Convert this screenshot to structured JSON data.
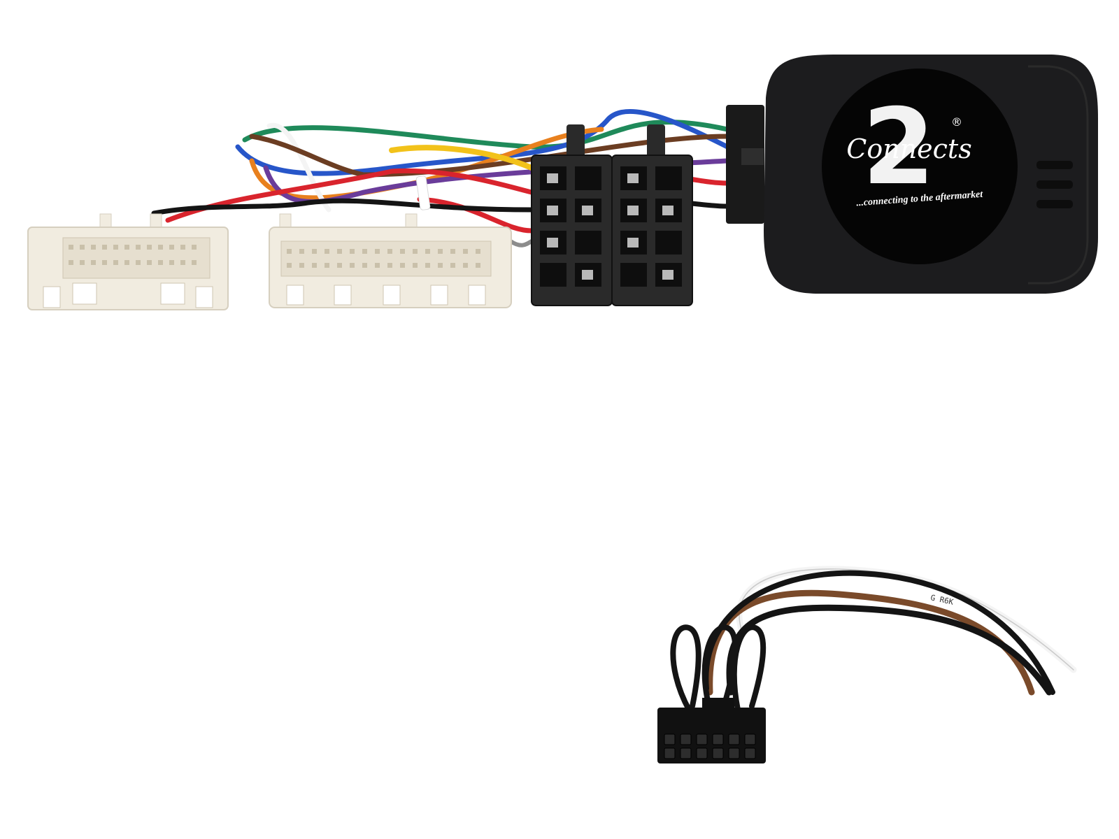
{
  "image": {
    "subject": "car steering wheel control interface harness with patch lead",
    "background_color": "#ffffff"
  },
  "interface_box": {
    "brand_text": "Connects",
    "brand_numeral": "2",
    "registered_mark": "®",
    "tagline": "...connecting to the aftermarket",
    "body_color": "#1c1c1e",
    "badge_color": "#050505"
  },
  "vehicle_connectors": {
    "color": "#f1ece0",
    "count": 2
  },
  "iso_connectors": {
    "color": "#2a2a2a",
    "count": 2
  },
  "wire_colors": {
    "green": "#1f8a5a",
    "blue": "#2756c9",
    "orange": "#e8801e",
    "yellow": "#f2c21a",
    "red": "#d9242d",
    "violet": "#6a3c9a",
    "brown": "#6b3d22",
    "white": "#f4f4f4",
    "black": "#141414",
    "grey": "#8c8c8c"
  },
  "patch_lead": {
    "wire_print": "G R6K",
    "connector_color": "#111111",
    "wires": [
      "white",
      "black",
      "brown"
    ]
  }
}
